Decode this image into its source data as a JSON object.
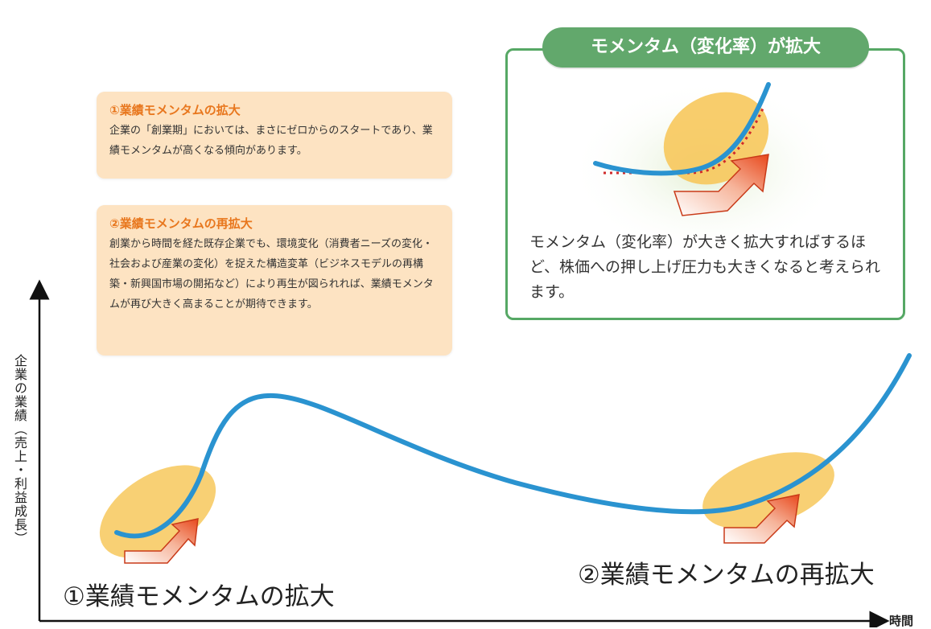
{
  "notes": [
    {
      "title": "①業績モメンタムの拡大",
      "body": "企業の「創業期」においては、まさにゼロからのスタートであり、業績モメンタムが高くなる傾向があります。"
    },
    {
      "title": "②業績モメンタムの再拡大",
      "body": "創業から時間を経た既存企業でも、環境変化（消費者ニーズの変化・社会および産業の変化）を捉えた構造変革（ビジネスモデルの再構築・新興国市場の開拓など）により再生が図られれば、業績モメンタムが再び大きく高まることが期待できます。"
    }
  ],
  "detail": {
    "title": "モメンタム（変化率）が拡大",
    "body": "モメンタム（変化率）が大きく拡大すればするほど、株価への押し上げ圧力も大きくなると考えられます。"
  },
  "axes": {
    "y_label": "企業の業績（売上・利益成長）",
    "x_label": "時間"
  },
  "phases": {
    "phase1": "①業績モメンタムの拡大",
    "phase2": "②業績モメンタムの再拡大"
  },
  "colors": {
    "curve": "#2a93d0",
    "highlight": "#f7c85c",
    "arrow": "#e8481c",
    "frame": "#56a865",
    "note_bg": "#fde3c2",
    "note_title": "#e8771e",
    "dotted": "#d02a2a"
  }
}
